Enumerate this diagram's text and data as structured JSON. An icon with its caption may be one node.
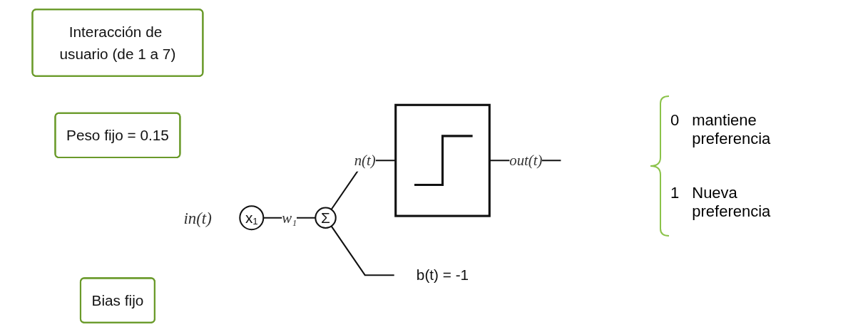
{
  "diagram": {
    "nodes": [
      {
        "text": [
          "Interacción de usuario (de 1 a 7)"
        ]
      },
      {
        "text": [
          "Peso fijo = 0.15"
        ]
      },
      {
        "text": [
          "x₁"
        ],
        "beside": [
          "in(t)"
        ]
      },
      {
        "text": [
          "Σ"
        ]
      },
      {
        "text": [],
        "shape": "box"
      },
      {
        "text": [
          "b(t) = -1"
        ]
      },
      {
        "text": [
          "Bias fijo"
        ]
      }
    ],
    "edges": [
      {
        "from": 2,
        "to": 3,
        "arrow": "none",
        "label": "w₁"
      },
      {
        "from": 3,
        "to": 4,
        "arrow": "none",
        "label": "n(t)"
      },
      {
        "from": 4,
        "to": null,
        "arrow": "none",
        "label": "out(t)"
      },
      {
        "from": 3,
        "to": 5,
        "arrow": "none"
      }
    ],
    "labels": [
      "0",
      "mantiene preferencia",
      "1",
      "Nueva preferencia"
    ]
  }
}
